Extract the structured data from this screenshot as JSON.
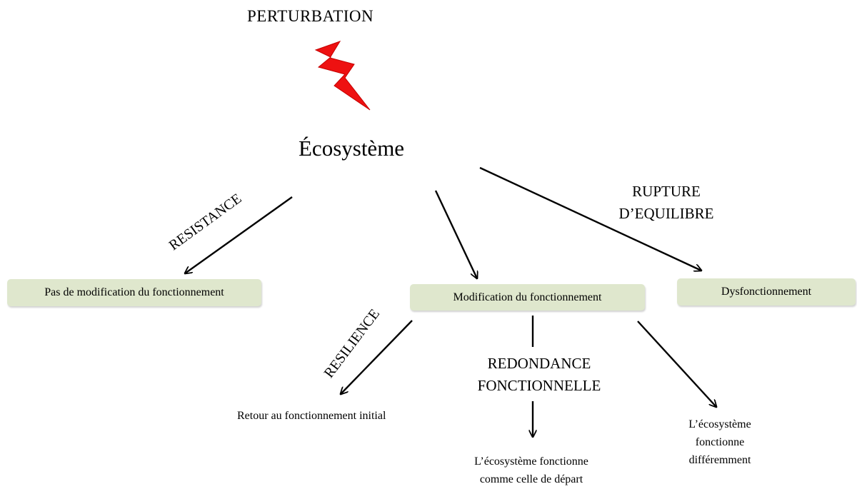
{
  "diagram": {
    "title": "PERTURBATION",
    "root": "Écosystème",
    "relations": {
      "resistance": "RESISTANCE",
      "rupture": [
        "RUPTURE",
        "D’EQUILIBRE"
      ],
      "resilience": "RESILIENCE",
      "redondance": [
        "REDONDANCE",
        "FONCTIONNELLE"
      ]
    },
    "boxes": {
      "no_change": "Pas de modification  du fonctionnement",
      "change": "Modification  du fonctionnement",
      "dysfunction": "Dysfonctionnement"
    },
    "outcomes": {
      "return": "Retour au fonctionnement  initial",
      "same": [
        "L’écosystème  fonctionne",
        "comme  celle  de départ"
      ],
      "different": [
        "L’écosystème",
        "fonctionne",
        "différemment"
      ]
    },
    "colors": {
      "box_fill": "#dfe7cd",
      "lightning": "#ee1111",
      "arrow": "#000000"
    },
    "icons": {
      "disturbance": "lightning-bolt-icon"
    }
  }
}
